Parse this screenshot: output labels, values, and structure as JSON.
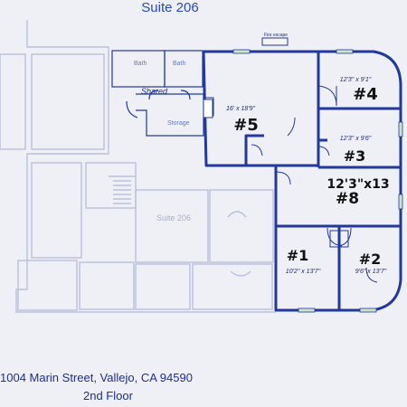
{
  "title": "Suite 206",
  "background_suite_label": "Suite 206",
  "labels": {
    "bath_1": "Bath",
    "bath_2": "Bath",
    "shared": "Shared",
    "storage": "Storage",
    "fire_escape": "Fire escape"
  },
  "rooms": {
    "room5": {
      "number": "#5",
      "dimensions": "16' x 18'9\""
    },
    "room4": {
      "number": "#4",
      "dimensions": "12'3\" x 9'1\""
    },
    "room3": {
      "number": "#3",
      "dimensions": "12'3\" x 9'6\""
    },
    "room8": {
      "number": "#8",
      "dimensions": "12'3\"x13"
    },
    "room1": {
      "number": "#1",
      "dimensions": "10'2\" x 13'7\""
    },
    "room2": {
      "number": "#2",
      "dimensions": "9'6\" x 13'7\""
    }
  },
  "address": "1004 Marin Street, Vallejo, CA 94590",
  "floor": "2nd Floor",
  "colors": {
    "wall": "#22389a",
    "faint": "#b9c0dc",
    "title": "#2b48b8"
  }
}
